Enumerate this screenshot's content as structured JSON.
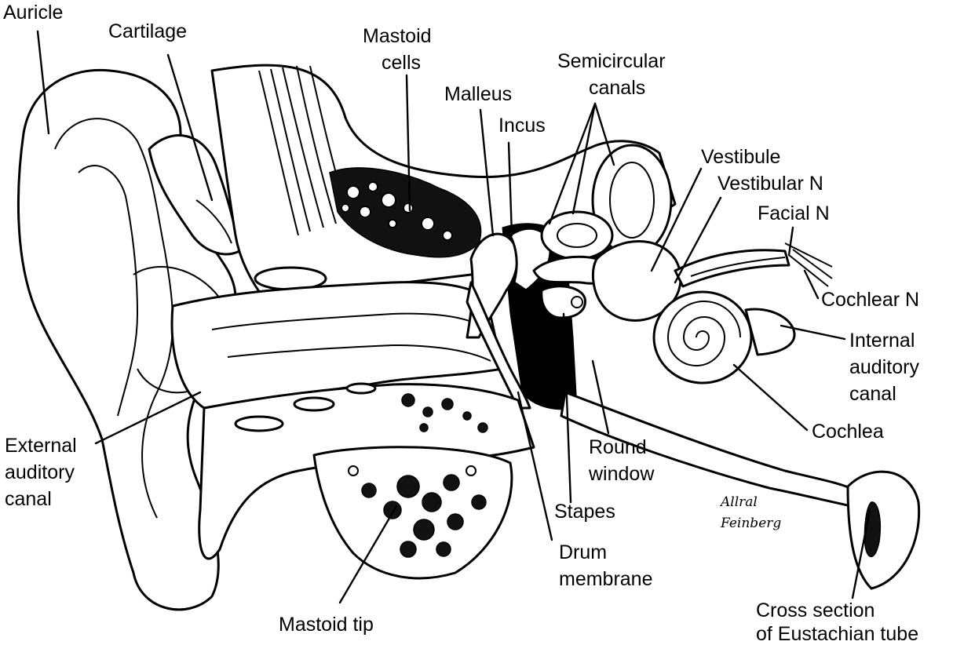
{
  "labels": {
    "auricle": "Auricle",
    "cartilage": "Cartilage",
    "mastoid_cells_1": "Mastoid",
    "mastoid_cells_2": "cells",
    "malleus": "Malleus",
    "incus": "Incus",
    "semicircular_1": "Semicircular",
    "semicircular_2": "canals",
    "vestibule": "Vestibule",
    "vestibular_n": "Vestibular N",
    "facial_n": "Facial N",
    "cochlear_n": "Cochlear N",
    "internal_1": "Internal",
    "internal_2": "auditory",
    "internal_3": "canal",
    "cochlea": "Cochlea",
    "round_window_1": "Round",
    "round_window_2": "window",
    "stapes": "Stapes",
    "drum_1": "Drum",
    "drum_2": "membrane",
    "external_1": "External",
    "external_2": "auditory",
    "external_3": "canal",
    "mastoid_tip": "Mastoid tip",
    "eustachian_1": "Cross section",
    "eustachian_2": "of Eustachian tube"
  },
  "signature": {
    "line1": "Allral",
    "line2": "Feinberg"
  }
}
